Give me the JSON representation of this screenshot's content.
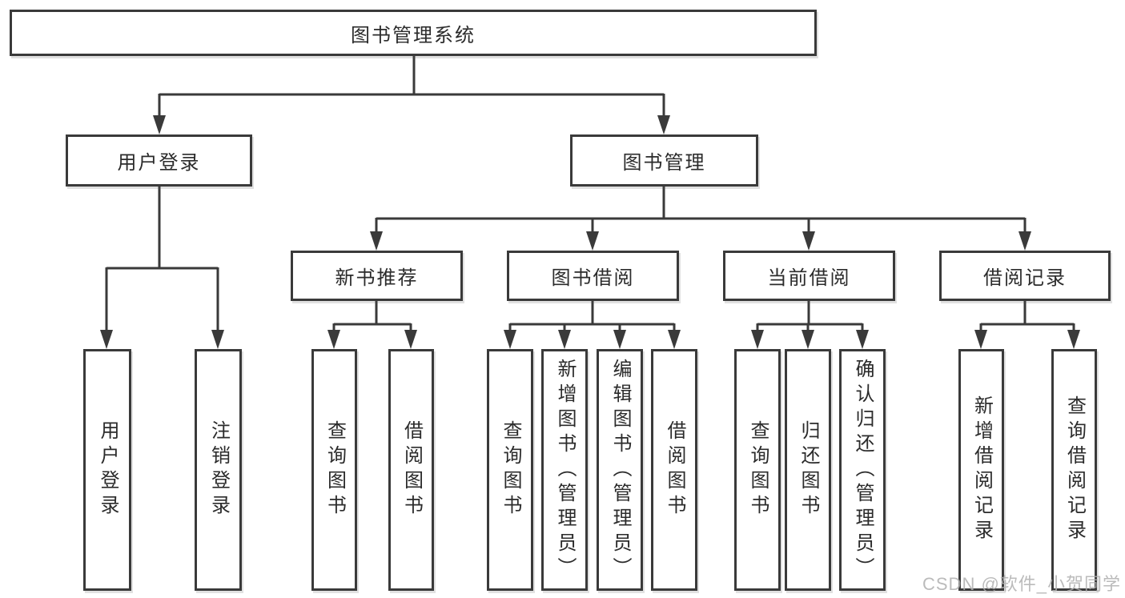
{
  "root": {
    "label": "图书管理系统"
  },
  "branches": [
    {
      "label": "用户登录",
      "children": [
        {
          "label": "用户登录"
        },
        {
          "label": "注销登录"
        }
      ]
    },
    {
      "label": "图书管理",
      "children": [
        {
          "label": "新书推荐",
          "children": [
            {
              "label": "查询图书"
            },
            {
              "label": "借阅图书"
            }
          ]
        },
        {
          "label": "图书借阅",
          "children": [
            {
              "label": "查询图书"
            },
            {
              "label": "新增图书（管理员）"
            },
            {
              "label": "编辑图书（管理员）"
            },
            {
              "label": "借阅图书"
            }
          ]
        },
        {
          "label": "当前借阅",
          "children": [
            {
              "label": "查询图书"
            },
            {
              "label": "归还图书"
            },
            {
              "label": "确认归还（管理员）"
            }
          ]
        },
        {
          "label": "借阅记录",
          "children": [
            {
              "label": "新增借阅记录"
            },
            {
              "label": "查询借阅记录"
            }
          ]
        }
      ]
    }
  ],
  "watermark": "CSDN @软件_小贺同学",
  "colors": {
    "line": "#3a3a3a",
    "text": "#2b2b2b",
    "background": "#ffffff",
    "watermark": "#afafaf"
  }
}
